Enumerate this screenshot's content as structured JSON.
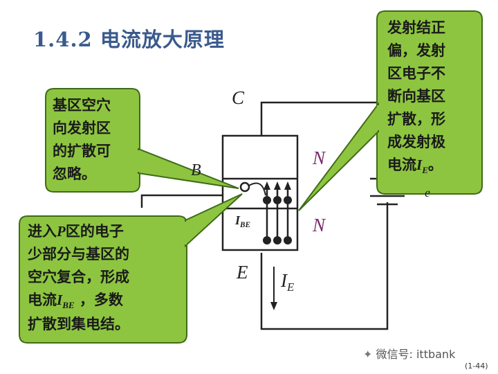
{
  "title": "1.4.2 电流放大原理",
  "callouts": {
    "base_holes": [
      "基区空穴",
      "向发射区",
      "的扩散可",
      "忽略。"
    ],
    "emitter": {
      "lines": [
        "发射结正",
        "偏，发射",
        "区电子不",
        "断向基区",
        "扩散，形"
      ],
      "last_prefix": "成发射极",
      "last_line": "电流",
      "current_symbol": "I",
      "current_subscript": "E",
      "last_suffix": "。"
    },
    "recombination": {
      "line1_pre": "进入",
      "line1_sym": "P",
      "line1_post": "区的电子",
      "line2": "少部分与基区的",
      "line3": "空穴复合，形成",
      "line4_pre": "电流",
      "line4_sym": "I",
      "line4_sub": "BE",
      "line4_post": " ，多数",
      "line5": "扩散到集电结。"
    }
  },
  "labels": {
    "collector": "C",
    "base": "B",
    "emitter": "E",
    "n_top": "N",
    "n_bottom": "N",
    "ibe_sym": "I",
    "ibe_sub": "BE",
    "ie_sym": "I",
    "ie_sub": "E",
    "e_partial": "e"
  },
  "colors": {
    "callout_fill": "#8dc540",
    "callout_border": "#3f6b16",
    "title": "#3a5a8c",
    "n_label": "#7a2a6a"
  },
  "watermark": "微信号: ittbank",
  "page_number": "(1-44)"
}
